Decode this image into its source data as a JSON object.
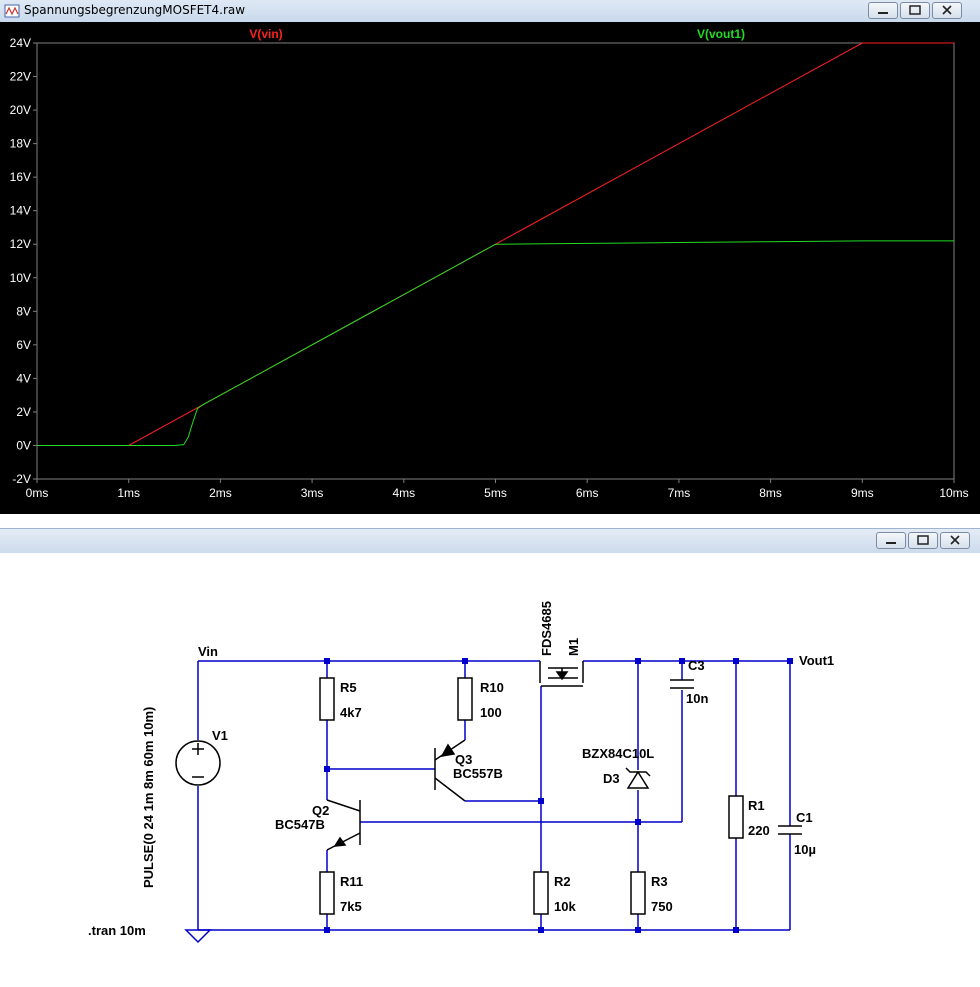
{
  "window": {
    "title": "SpannungsbegrenzungMOSFET4.raw"
  },
  "plot": {
    "background": "#000000",
    "traces": [
      {
        "label": "V(vin)",
        "color": "#ff2020"
      },
      {
        "label": "V(vout1)",
        "color": "#22dd22"
      }
    ]
  },
  "chart_data": {
    "type": "line",
    "xlabel": "",
    "ylabel": "",
    "xlim": [
      0,
      10
    ],
    "ylim": [
      -2,
      24
    ],
    "x_ticks": [
      "0ms",
      "1ms",
      "2ms",
      "3ms",
      "4ms",
      "5ms",
      "6ms",
      "7ms",
      "8ms",
      "9ms",
      "10ms"
    ],
    "y_ticks": [
      "-2V",
      "0V",
      "2V",
      "4V",
      "6V",
      "8V",
      "10V",
      "12V",
      "14V",
      "16V",
      "18V",
      "20V",
      "22V",
      "24V"
    ],
    "grid": false,
    "legend": "top",
    "series": [
      {
        "name": "V(vin)",
        "color": "#ff2020",
        "x": [
          0,
          1,
          9,
          10
        ],
        "y": [
          0,
          0,
          24,
          24
        ]
      },
      {
        "name": "V(vout1)",
        "color": "#22dd22",
        "x": [
          0,
          1.5,
          1.6,
          1.65,
          1.7,
          1.75,
          1.8,
          5,
          6,
          7,
          8,
          9,
          10
        ],
        "y": [
          0,
          0,
          0.05,
          0.5,
          1.4,
          2.2,
          2.4,
          12,
          12.05,
          12.1,
          12.15,
          12.2,
          12.2
        ]
      }
    ]
  },
  "schematic": {
    "labels": {
      "vin": "Vin",
      "vout": "Vout1",
      "v1": "V1",
      "pulse": "PULSE(0 24 1m 8m 60m 10m)",
      "tran": ".tran 10m",
      "r5": "R5",
      "r5v": "4k7",
      "r10": "R10",
      "r10v": "100",
      "q3": "Q3",
      "q3t": "BC557B",
      "q2": "Q2",
      "q2t": "BC547B",
      "r11": "R11",
      "r11v": "7k5",
      "r2": "R2",
      "r2v": "10k",
      "r3": "R3",
      "r3v": "750",
      "d3": "D3",
      "d3t": "BZX84C10L",
      "m1": "M1",
      "m1t": "FDS4685",
      "c3": "C3",
      "c3v": "10n",
      "r1": "R1",
      "r1v": "220",
      "c1": "C1",
      "c1v": "10µ"
    }
  }
}
